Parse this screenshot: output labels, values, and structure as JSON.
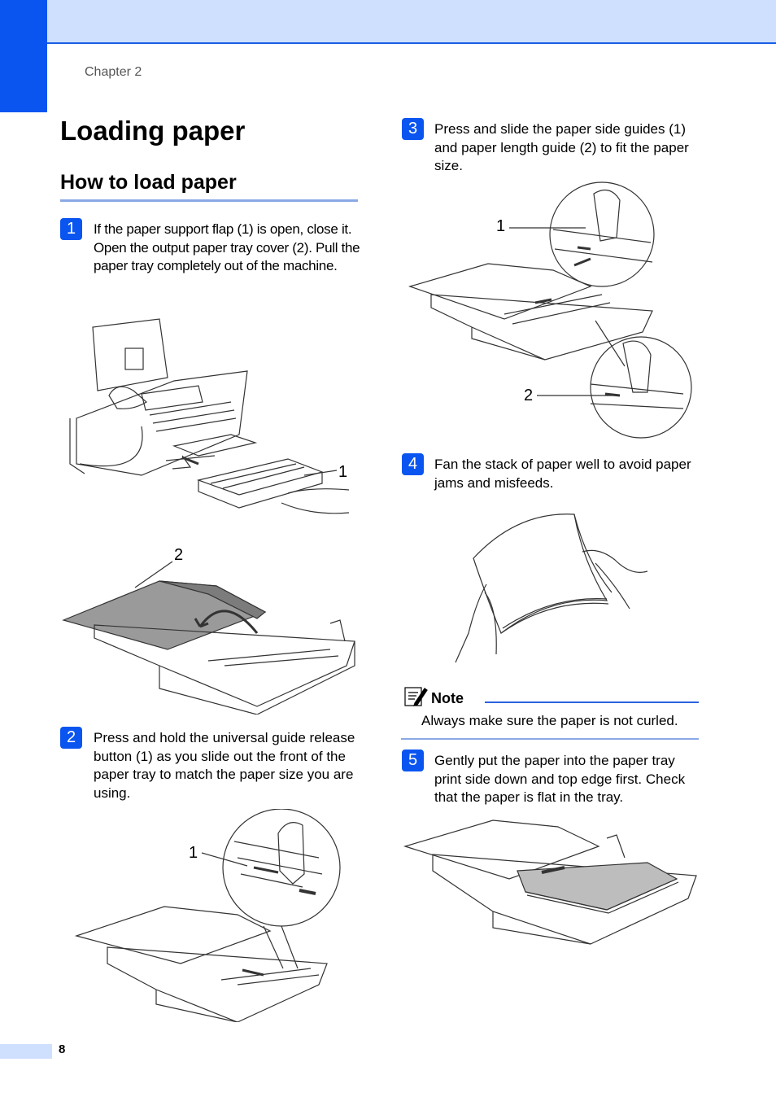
{
  "header": {
    "chapter_label": "Chapter 2"
  },
  "title": "Loading paper",
  "section_title": "How to load paper",
  "steps": [
    {
      "number": "1",
      "text": "If the paper support flap (1) is open, close it. Open the output paper tray cover (2). Pull the paper tray completely out of the machine."
    },
    {
      "number": "2",
      "text": "Press and hold the universal guide release button (1) as you slide out the front of the paper tray to match the paper size you are using."
    },
    {
      "number": "3",
      "text": "Press and slide the paper side guides (1) and paper length guide (2) to fit the paper size."
    },
    {
      "number": "4",
      "text": "Fan the stack of paper well to avoid paper jams and misfeeds."
    },
    {
      "number": "5",
      "text": "Gently put the paper into the paper tray print side down and top edge first. Check that the paper is flat in the tray."
    }
  ],
  "figures": {
    "fax_machine_callout": "1",
    "tray_cover_callout": "2",
    "guide_release_callout": "1",
    "side_guides_callout": "1",
    "length_guide_callout": "2"
  },
  "note": {
    "label": "Note",
    "text": "Always make sure the paper is not curled."
  },
  "footer": {
    "page_number": "8"
  },
  "colors": {
    "accent": "#0a55f0",
    "band": "#cfe0ff",
    "rule": "#8aa9e6"
  }
}
